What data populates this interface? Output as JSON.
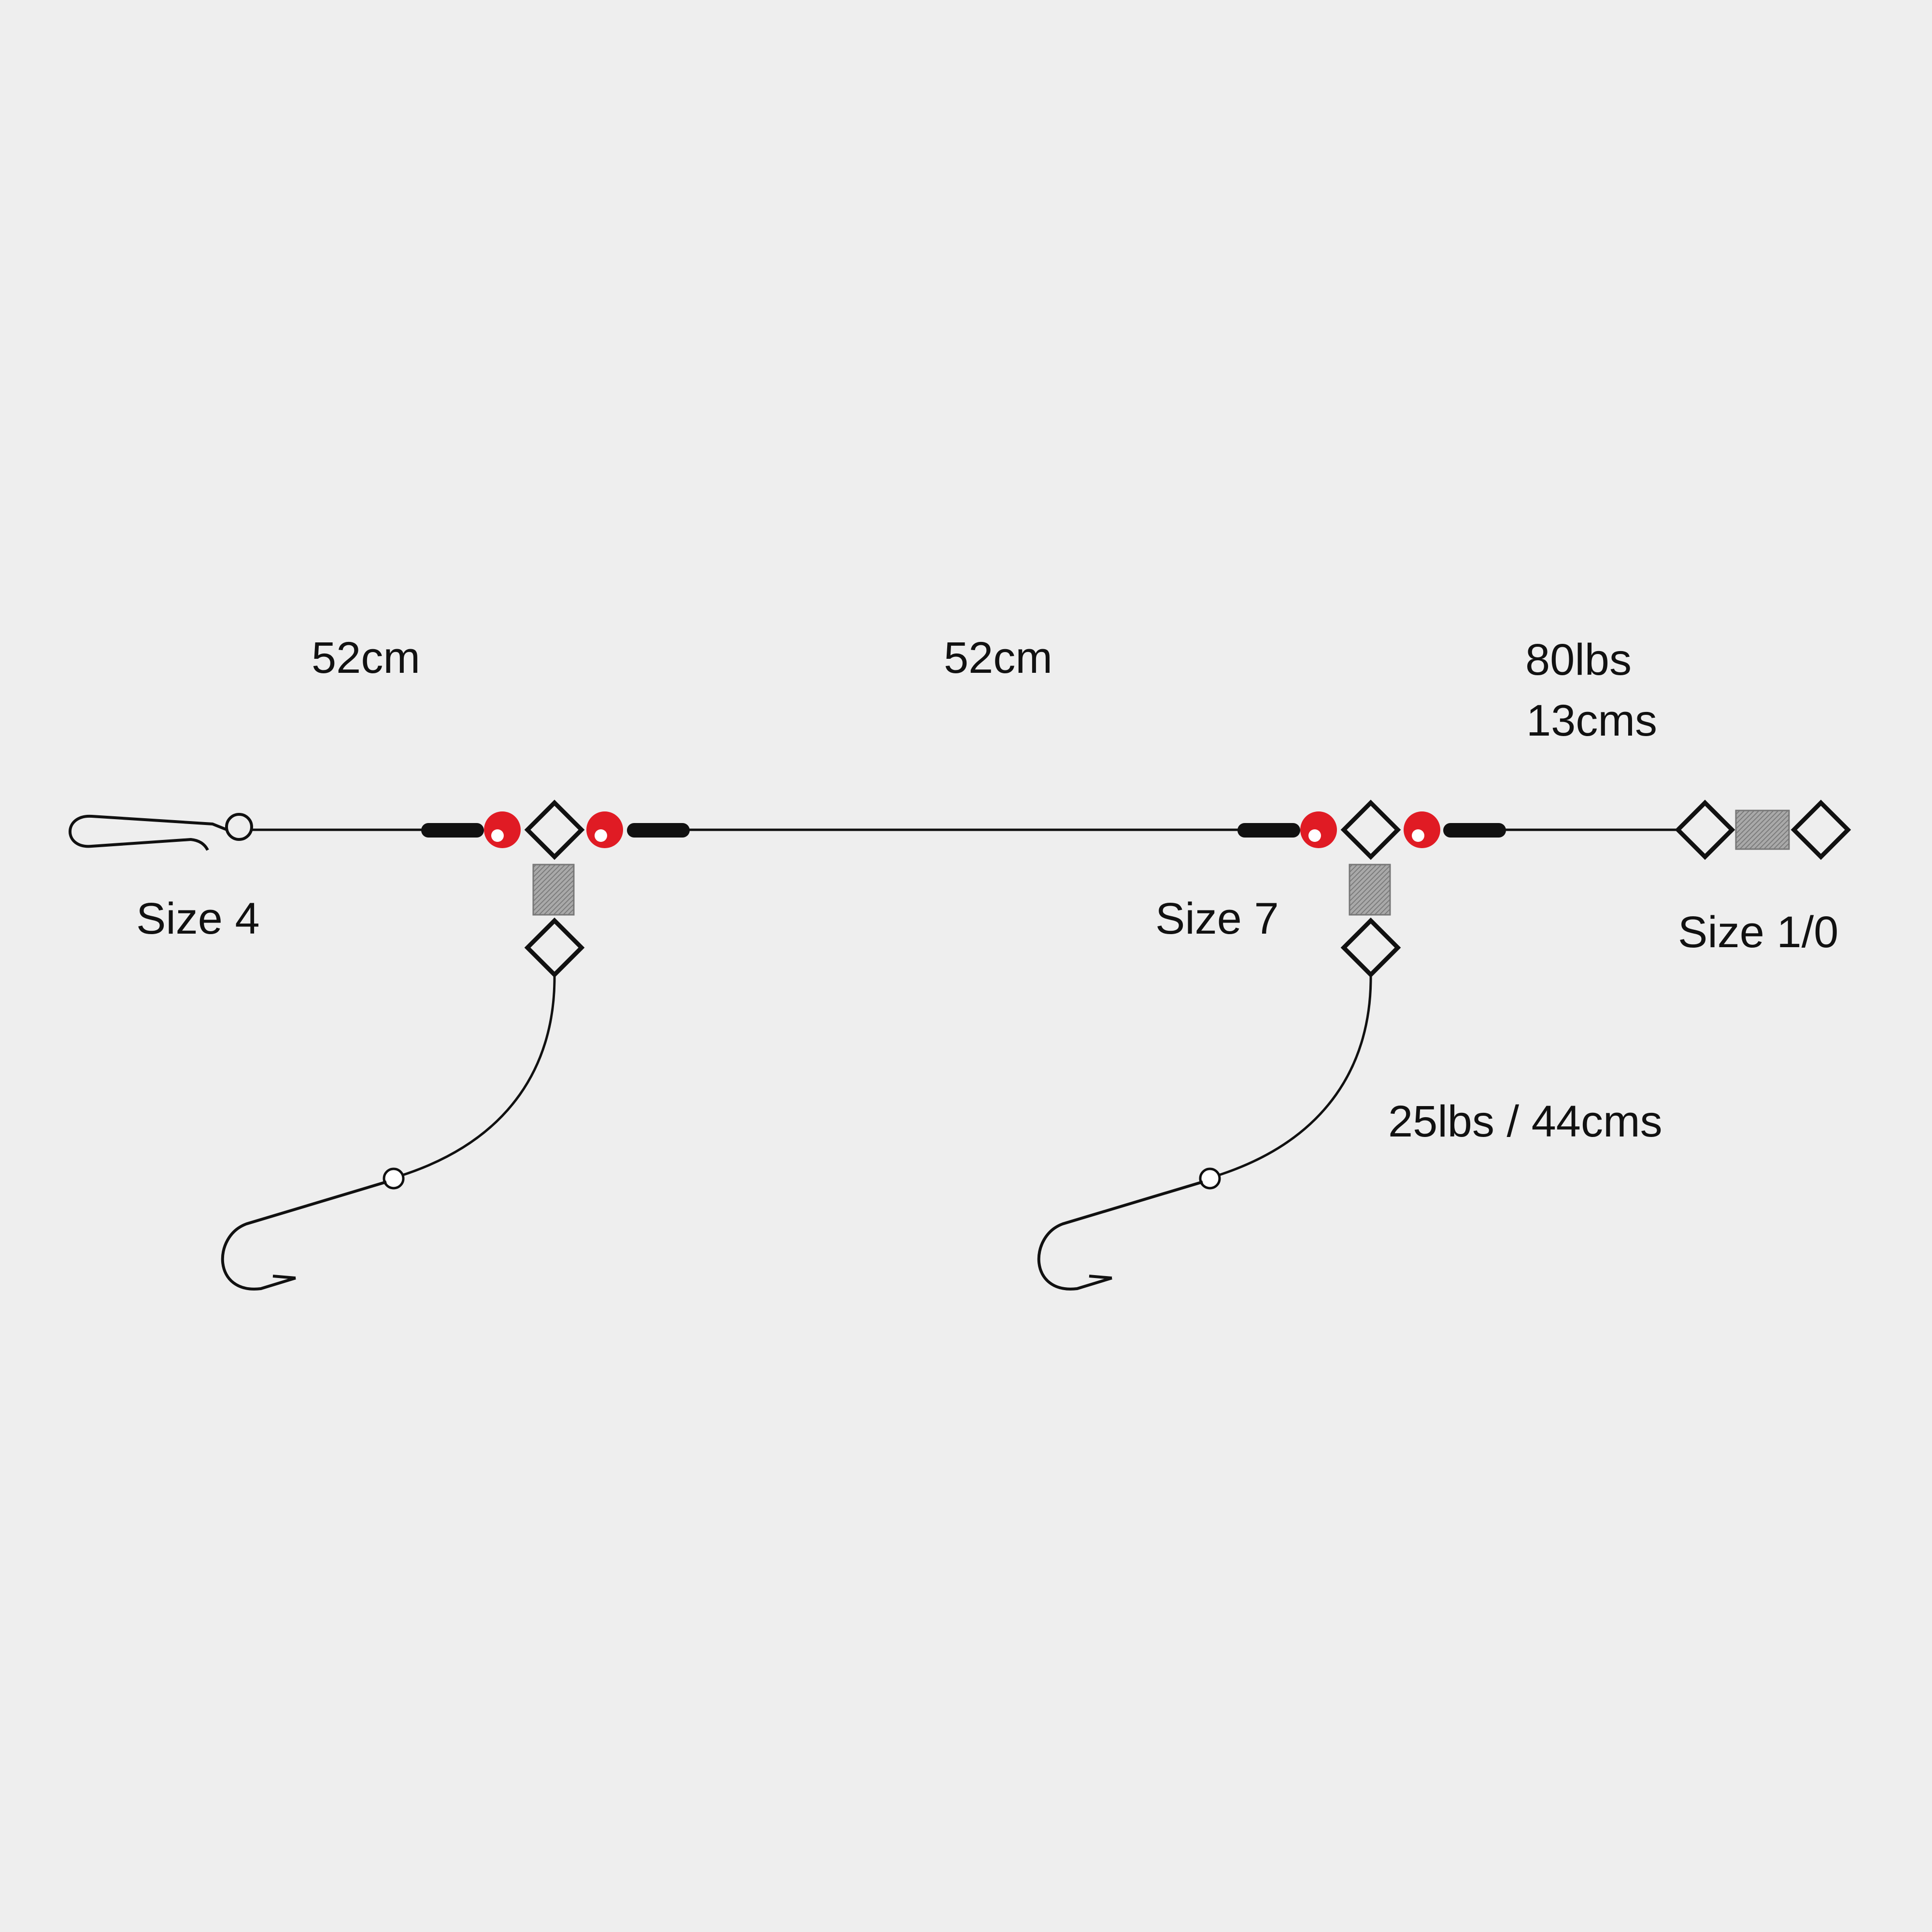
{
  "diagram": {
    "labels": {
      "length_left": "52cm",
      "length_middle": "52cm",
      "main_line_strength": "80lbs",
      "main_line_length": "13cms",
      "clip_size": "Size 4",
      "swivel_size_middle": "Size 7",
      "swivel_size_end": "Size 1/0",
      "snood_spec": "25lbs / 44cms"
    },
    "colors": {
      "background": "#eeeeee",
      "line": "#111111",
      "bead": "#e01b24",
      "sleeve": "#111111",
      "swivel_barrel": "#a9a9a9"
    },
    "icons": [
      "clip-icon",
      "sleeve-icon",
      "bead-icon",
      "swivel-icon",
      "hook-icon"
    ]
  }
}
